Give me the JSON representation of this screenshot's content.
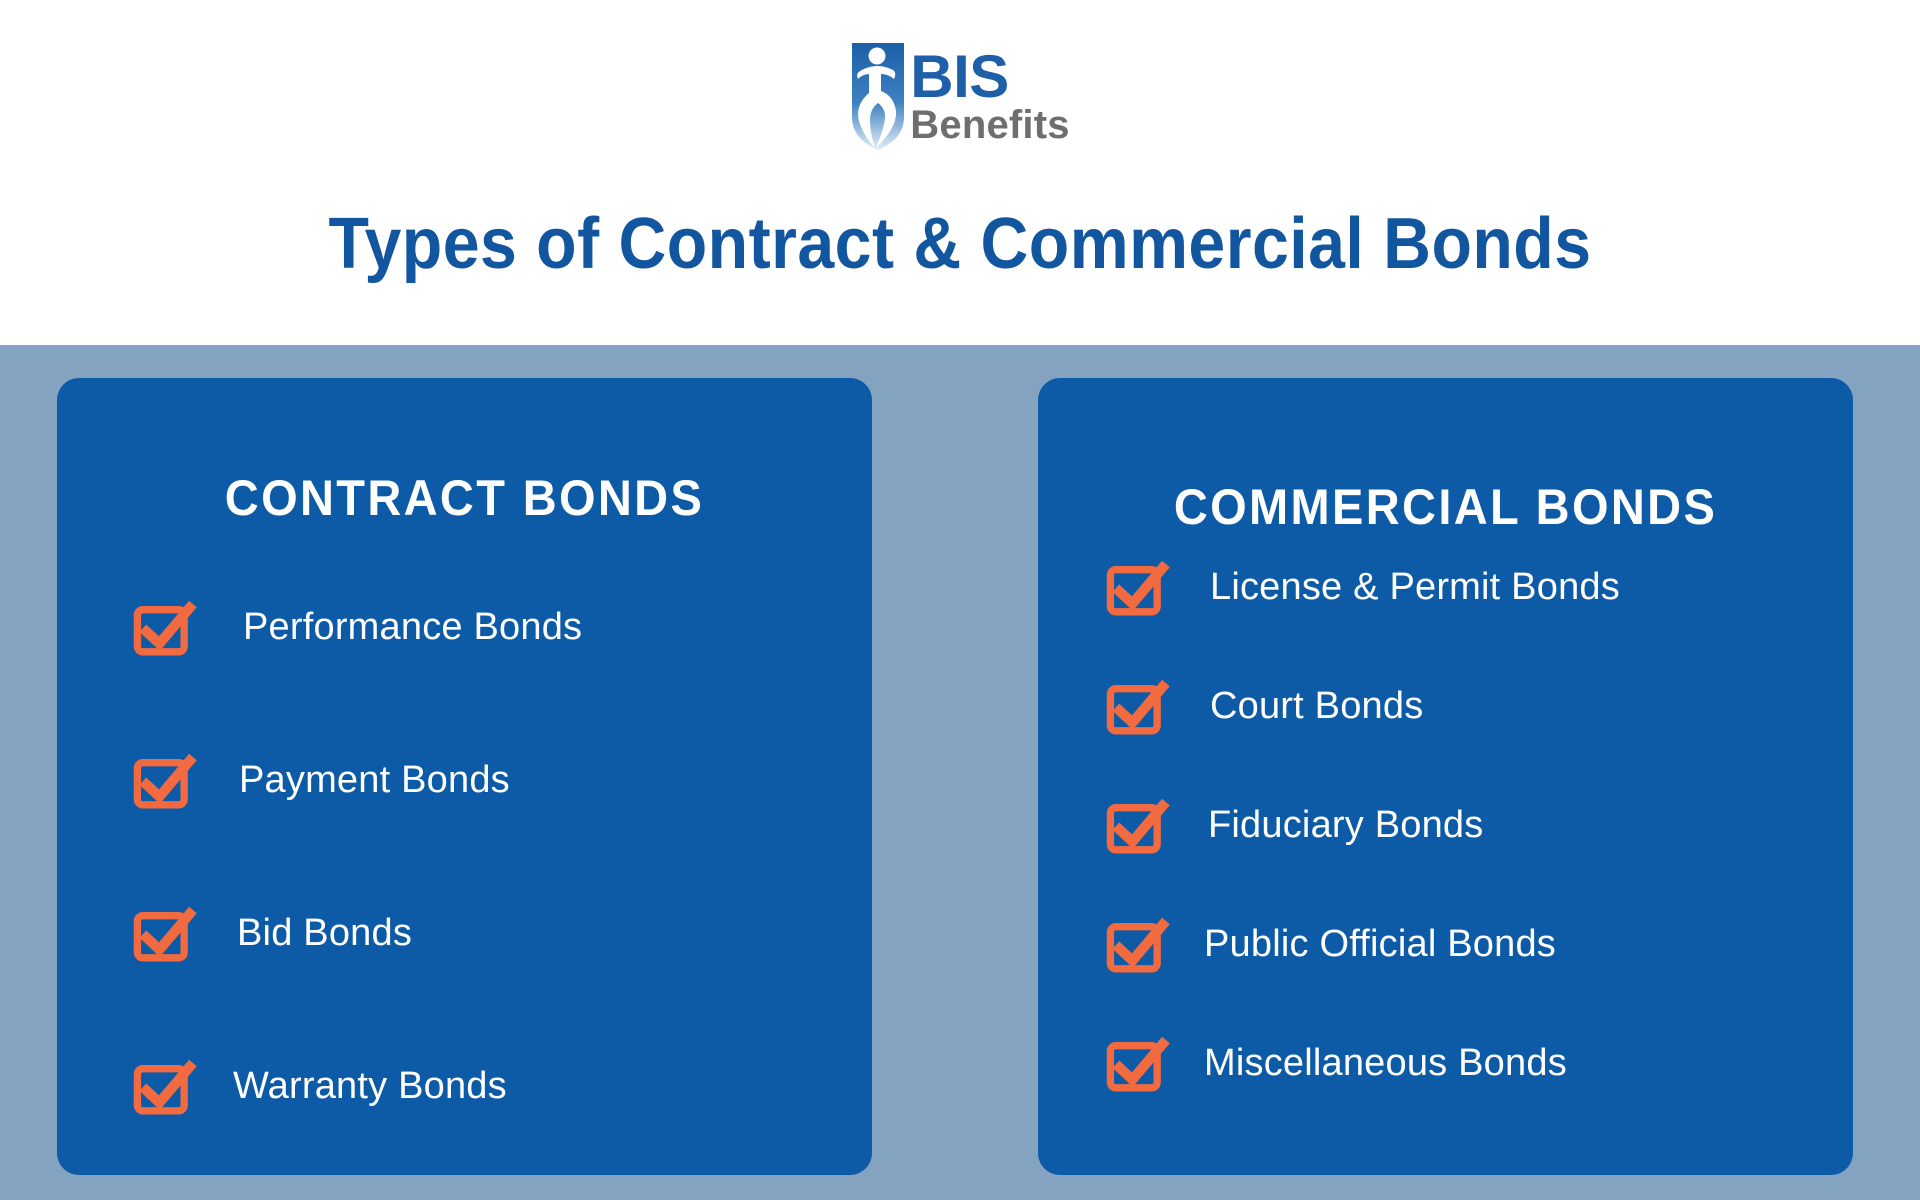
{
  "page": {
    "title": "Types of Contract & Commercial Bonds",
    "background_color": "#83A3C1",
    "header_background_color": "#FFFFFF",
    "title_color": "#11569F"
  },
  "logo": {
    "mark_name": "bis-shield-figure-logo",
    "primary_text": "BIS",
    "secondary_text": "Benefits",
    "primary_color": "#1D5FA8",
    "secondary_color": "#6E6E6E"
  },
  "cards": [
    {
      "id": "contract-bonds",
      "title": "CONTRACT BONDS",
      "background_color": "#0D5AA6",
      "accent_color": "#F26A3F",
      "items": [
        {
          "label": "Performance Bonds",
          "icon": "checked-checkbox-icon"
        },
        {
          "label": "Payment Bonds",
          "icon": "checked-checkbox-icon"
        },
        {
          "label": "Bid Bonds",
          "icon": "checked-checkbox-icon"
        },
        {
          "label": "Warranty Bonds",
          "icon": "checked-checkbox-icon"
        }
      ]
    },
    {
      "id": "commercial-bonds",
      "title": "COMMERCIAL BONDS",
      "background_color": "#0D5AA6",
      "accent_color": "#F26A3F",
      "items": [
        {
          "label": "License & Permit Bonds",
          "icon": "checked-checkbox-icon"
        },
        {
          "label": "Court Bonds",
          "icon": "checked-checkbox-icon"
        },
        {
          "label": "Fiduciary Bonds",
          "icon": "checked-checkbox-icon"
        },
        {
          "label": "Public Official Bonds",
          "icon": "checked-checkbox-icon"
        },
        {
          "label": "Miscellaneous Bonds",
          "icon": "checked-checkbox-icon"
        }
      ]
    }
  ]
}
